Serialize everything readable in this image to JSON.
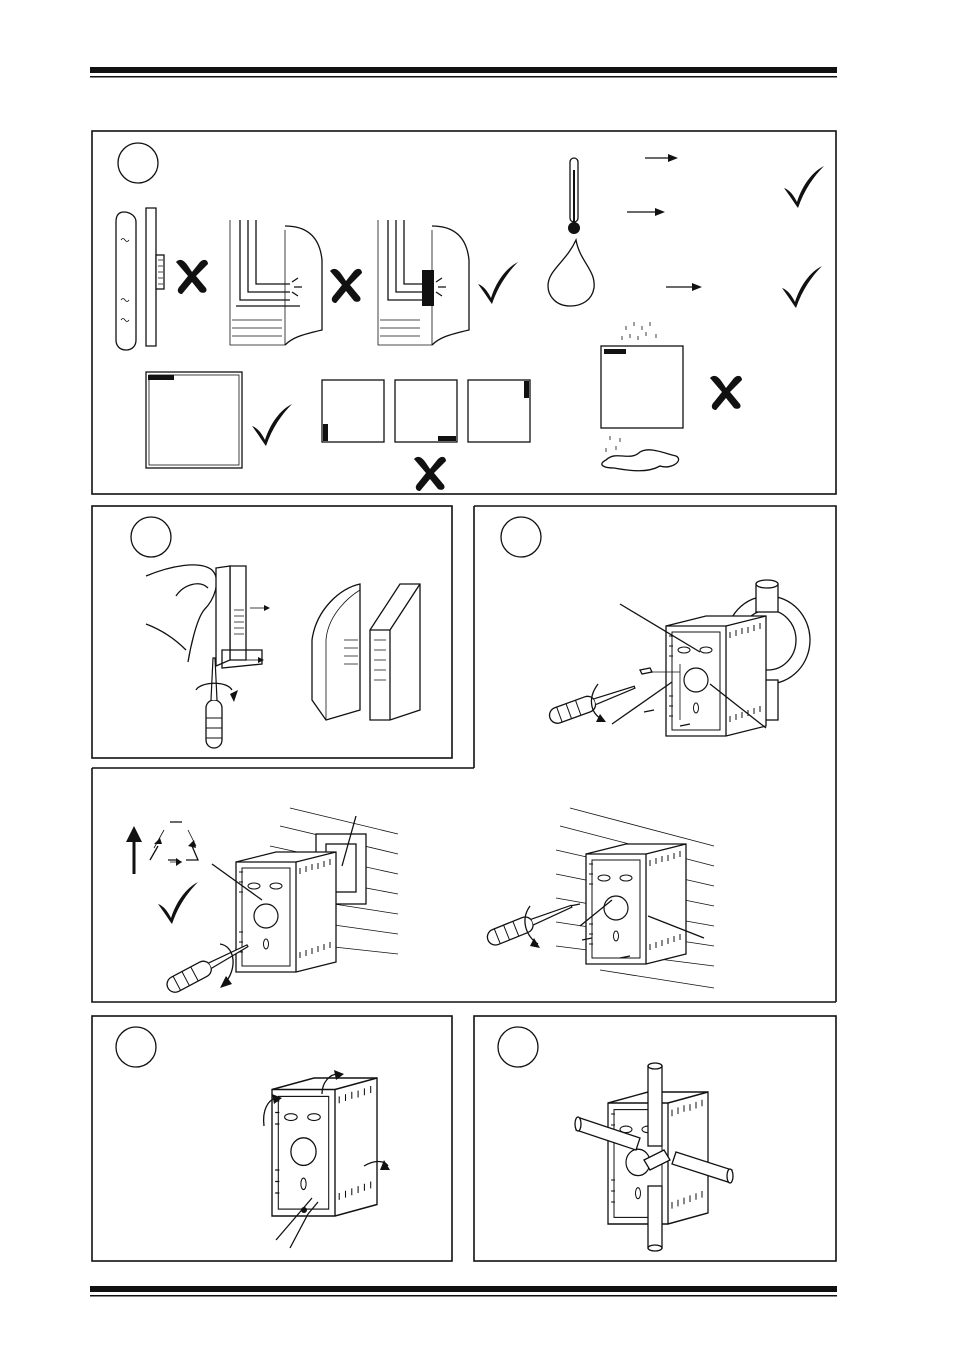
{
  "page": {
    "type": "installation-instructions-illustrations",
    "panels": [
      {
        "id": "siting",
        "step_badge": ""
      },
      {
        "id": "open-cover",
        "step_badge": ""
      },
      {
        "id": "fit-to-conduit-box",
        "step_badge": ""
      },
      {
        "id": "fit-to-wall",
        "step_badge": ""
      },
      {
        "id": "knockouts",
        "step_badge": ""
      },
      {
        "id": "cable-entry",
        "step_badge": ""
      }
    ],
    "symbols": {
      "correct": "check-mark-icon",
      "incorrect": "cross-mark-icon",
      "recycle": "recycle-icon"
    }
  }
}
